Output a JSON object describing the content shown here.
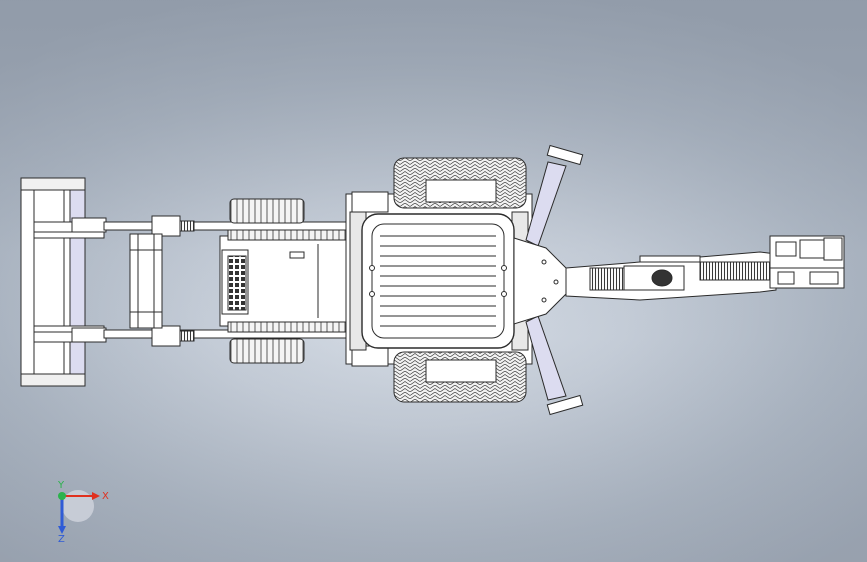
{
  "triad": {
    "x_label": "X",
    "y_label": "Y",
    "z_label": "Z",
    "x_color": "#e0301e",
    "y_color": "#2bb24c",
    "z_color": "#2f5bd6"
  },
  "model": {
    "line_color": "#2b2b2b",
    "fill_color": "#ffffff",
    "accent_fill": "#dcdcf0"
  }
}
